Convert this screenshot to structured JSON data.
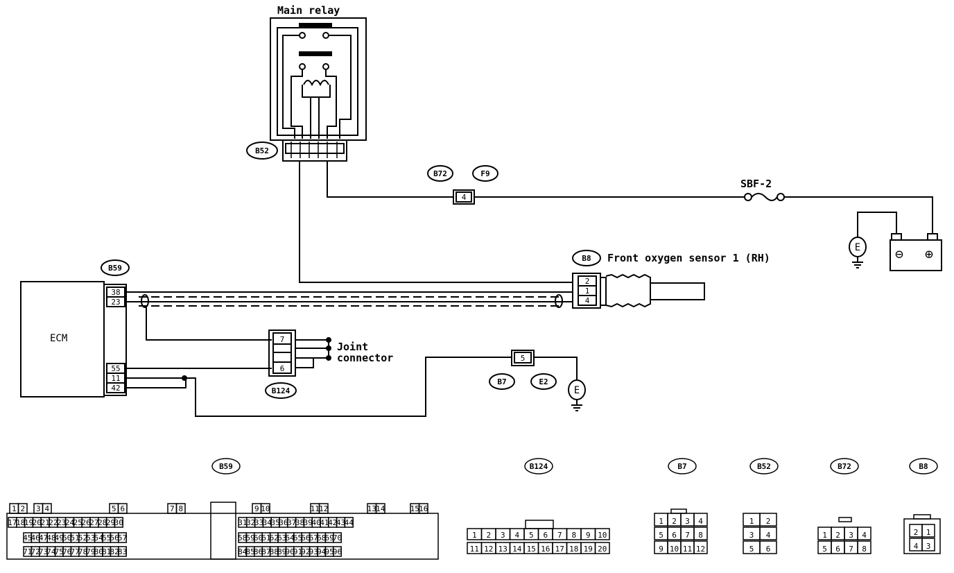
{
  "main_relay": {
    "title": "Main relay",
    "connector": "B52"
  },
  "ecm": {
    "label": "ECM",
    "connector": "B59",
    "pins": [
      "38",
      "23",
      "55",
      "11",
      "42"
    ]
  },
  "oxygen_sensor": {
    "connector": "B8",
    "label": "Front oxygen sensor 1 (RH)",
    "pins": [
      "2",
      "1",
      "4"
    ]
  },
  "joint_connector": {
    "connector": "B124",
    "label_line1": "Joint",
    "label_line2": "connector",
    "pins": [
      "7",
      "6"
    ]
  },
  "intermediate_connector": {
    "ids": [
      "B72",
      "F9"
    ],
    "pin": "4"
  },
  "ground_connector": {
    "ids": [
      "B7",
      "E2"
    ],
    "pin": "5"
  },
  "fuse": {
    "label": "SBF-2"
  },
  "ground_symbol": {
    "letter": "E"
  },
  "battery": {
    "minus": "⊖",
    "plus": "⊕"
  },
  "connector_views": {
    "b59": {
      "label": "B59",
      "row1": [
        "1",
        "2",
        "3",
        "4",
        "5",
        "6",
        "7",
        "8",
        "9",
        "10",
        "11",
        "12",
        "13",
        "14",
        "15",
        "16"
      ],
      "row2": [
        "17",
        "18",
        "19",
        "20",
        "21",
        "22",
        "23",
        "24",
        "25",
        "26",
        "27",
        "28",
        "29",
        "30",
        "31",
        "32",
        "33",
        "34",
        "35",
        "36",
        "37",
        "38",
        "39",
        "40",
        "41",
        "42",
        "43",
        "44"
      ],
      "row3": [
        "45",
        "46",
        "47",
        "48",
        "49",
        "50",
        "51",
        "52",
        "53",
        "54",
        "55",
        "56",
        "57",
        "58",
        "59",
        "60",
        "61",
        "62",
        "63",
        "64",
        "65",
        "66",
        "67",
        "68",
        "69",
        "70"
      ],
      "row4": [
        "71",
        "72",
        "73",
        "74",
        "75",
        "76",
        "77",
        "78",
        "79",
        "80",
        "81",
        "82",
        "83",
        "84",
        "85",
        "86",
        "87",
        "88",
        "89",
        "90",
        "91",
        "92",
        "93",
        "94",
        "95",
        "96"
      ]
    },
    "b124": {
      "label": "B124",
      "row1": [
        "1",
        "2",
        "3",
        "4",
        "5",
        "6",
        "7",
        "8",
        "9",
        "10"
      ],
      "row2": [
        "11",
        "12",
        "13",
        "14",
        "15",
        "16",
        "17",
        "18",
        "19",
        "20"
      ]
    },
    "b7": {
      "label": "B7",
      "row1": [
        "1",
        "2",
        "3",
        "4"
      ],
      "row2": [
        "5",
        "6",
        "7",
        "8"
      ],
      "row3": [
        "9",
        "10",
        "11",
        "12"
      ]
    },
    "b52": {
      "label": "B52",
      "row1": [
        "1",
        "2"
      ],
      "row2": [
        "3",
        "4"
      ],
      "row3": [
        "5",
        "6"
      ]
    },
    "b72": {
      "label": "B72",
      "row1": [
        "1",
        "2",
        "3",
        "4"
      ],
      "row2": [
        "5",
        "6",
        "7",
        "8"
      ]
    },
    "b8": {
      "label": "B8",
      "row1": [
        "2",
        "1"
      ],
      "row2": [
        "4",
        "3"
      ]
    }
  }
}
